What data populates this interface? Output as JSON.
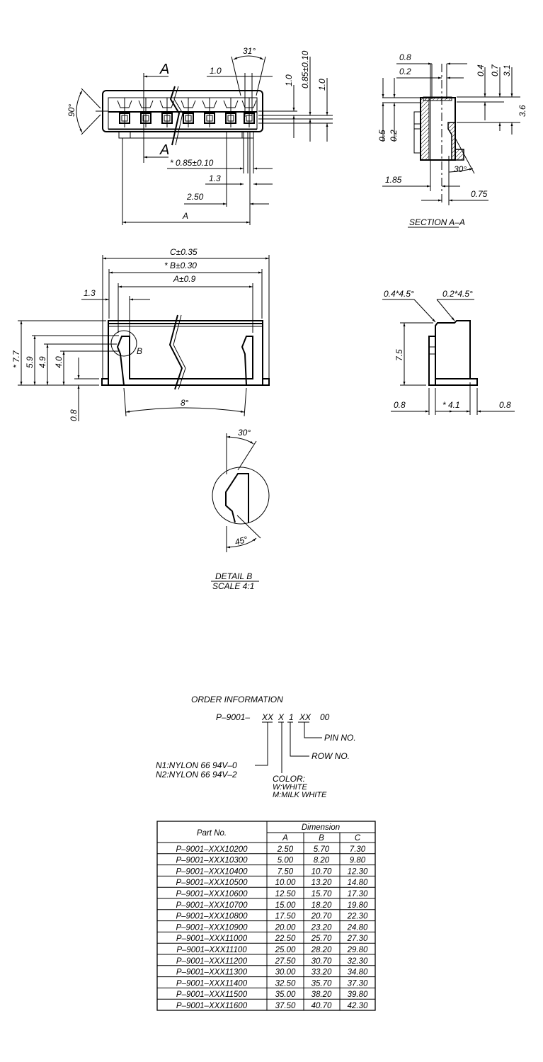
{
  "top_view": {
    "section_mark": "A",
    "angle_90": "90°",
    "angle_31": "31°",
    "dim_1_0_h": "1.0",
    "dim_1_0_v1": "1.0",
    "dim_085_v": "0.85±0.10",
    "dim_1_0_v2": "1.0",
    "dim_085_h": "* 0.85±0.10",
    "dim_1_3": "1.3",
    "dim_2_50": "2.50",
    "dim_a": "A"
  },
  "section_view": {
    "dim_0_8": "0.8",
    "dim_0_2": "0.2",
    "dim_0_4": "0.4",
    "dim_0_7": "0.7",
    "dim_3_1": "3.1",
    "dim_3_6": "3.6",
    "dim_0_5": "0.5",
    "dim_0_2b": "0.2",
    "angle_30": "30°",
    "dim_1_85": "1.85",
    "dim_0_75": "0.75",
    "title": "SECTION  A–A"
  },
  "front_view": {
    "dim_c": "C±0.35",
    "dim_b": "* B±0.30",
    "dim_a": "A±0.9",
    "dim_1_3": "1.3",
    "dim_7_7": "* 7.7",
    "dim_5_9": "5.9",
    "dim_4_9": "4.9",
    "dim_4_0": "4.0",
    "dim_0_8": "0.8",
    "angle_8": "8°",
    "detail_mark": "B"
  },
  "side_view": {
    "chamfer_1": "0.4*4.5°",
    "chamfer_2": "0.2*4.5°",
    "dim_7_5": "7.5",
    "dim_0_8_left": "0.8",
    "dim_4_1": "* 4.1",
    "dim_0_8_right": "0.8"
  },
  "detail_b": {
    "angle_30": "30°",
    "angle_45": "45°",
    "title": "DETAIL  B",
    "scale": "SCALE  4:1"
  },
  "order_info": {
    "title": "ORDER  INFORMATION",
    "prefix": "P–9001–",
    "seg_material": "XX",
    "seg_color": "X",
    "seg_row": "1",
    "seg_pin": "XX",
    "suffix": "00",
    "pin_no": "PIN  NO.",
    "row_no": "ROW  NO.",
    "material_1": "N1:NYLON  66  94V–0",
    "material_2": "N2:NYLON  66  94V–2",
    "color_label": "COLOR:",
    "color_1": "W:WHITE",
    "color_2": "M:MILK  WHITE"
  },
  "table": {
    "header_part": "Part  No.",
    "header_dimension": "Dimension",
    "columns": [
      "A",
      "B",
      "C"
    ],
    "rows": [
      [
        "P–9001–XXX10200",
        "2.50",
        "5.70",
        "7.30"
      ],
      [
        "P–9001–XXX10300",
        "5.00",
        "8.20",
        "9.80"
      ],
      [
        "P–9001–XXX10400",
        "7.50",
        "10.70",
        "12.30"
      ],
      [
        "P–9001–XXX10500",
        "10.00",
        "13.20",
        "14.80"
      ],
      [
        "P–9001–XXX10600",
        "12.50",
        "15.70",
        "17.30"
      ],
      [
        "P–9001–XXX10700",
        "15.00",
        "18.20",
        "19.80"
      ],
      [
        "P–9001–XXX10800",
        "17.50",
        "20.70",
        "22.30"
      ],
      [
        "P–9001–XXX10900",
        "20.00",
        "23.20",
        "24.80"
      ],
      [
        "P–9001–XXX11000",
        "22.50",
        "25.70",
        "27.30"
      ],
      [
        "P–9001–XXX11100",
        "25.00",
        "28.20",
        "29.80"
      ],
      [
        "P–9001–XXX11200",
        "27.50",
        "30.70",
        "32.30"
      ],
      [
        "P–9001–XXX11300",
        "30.00",
        "33.20",
        "34.80"
      ],
      [
        "P–9001–XXX11400",
        "32.50",
        "35.70",
        "37.30"
      ],
      [
        "P–9001–XXX11500",
        "35.00",
        "38.20",
        "39.80"
      ],
      [
        "P–9001–XXX11600",
        "37.50",
        "40.70",
        "42.30"
      ]
    ]
  }
}
